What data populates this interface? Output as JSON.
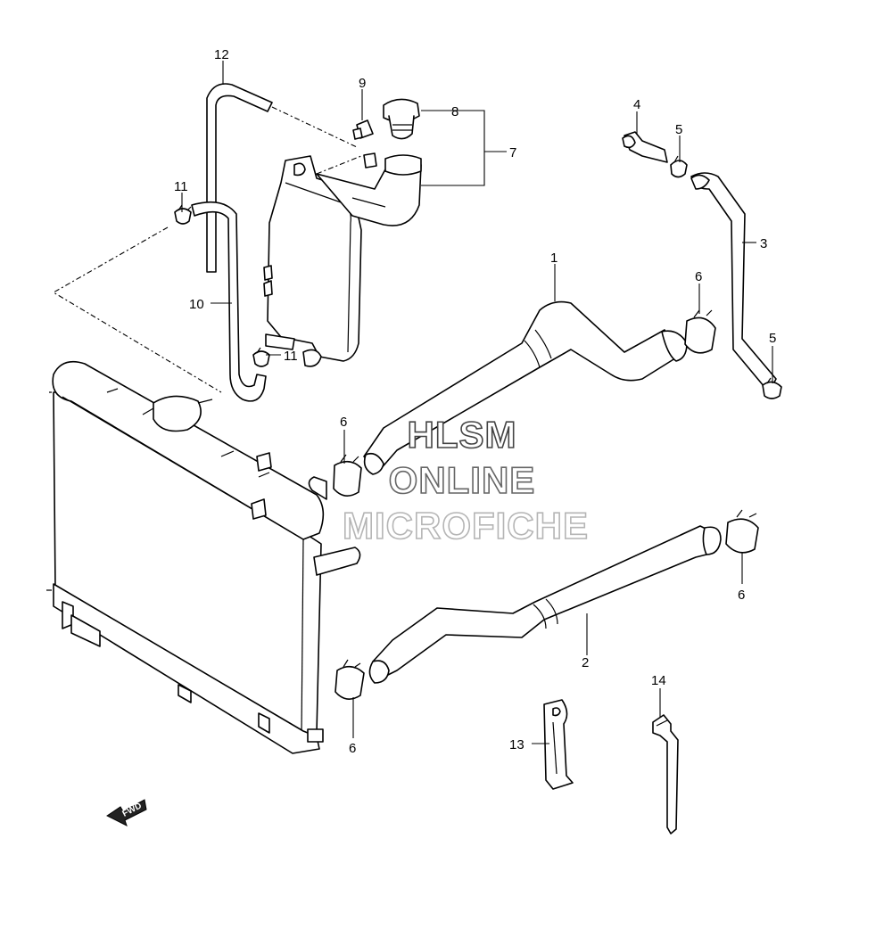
{
  "callouts": {
    "c1": "1",
    "c2": "2",
    "c3": "3",
    "c4": "4",
    "c5a": "5",
    "c5b": "5",
    "c6a": "6",
    "c6b": "6",
    "c6c": "6",
    "c6d": "6",
    "c7": "7",
    "c8": "8",
    "c9": "9",
    "c10": "10",
    "c11a": "11",
    "c11b": "11",
    "c12": "12",
    "c13": "13",
    "c14": "14"
  },
  "watermark": {
    "line1": "HLSM",
    "line2": "ONLINE",
    "line3": "MICROFICHE"
  },
  "fwd_label": "FWD"
}
